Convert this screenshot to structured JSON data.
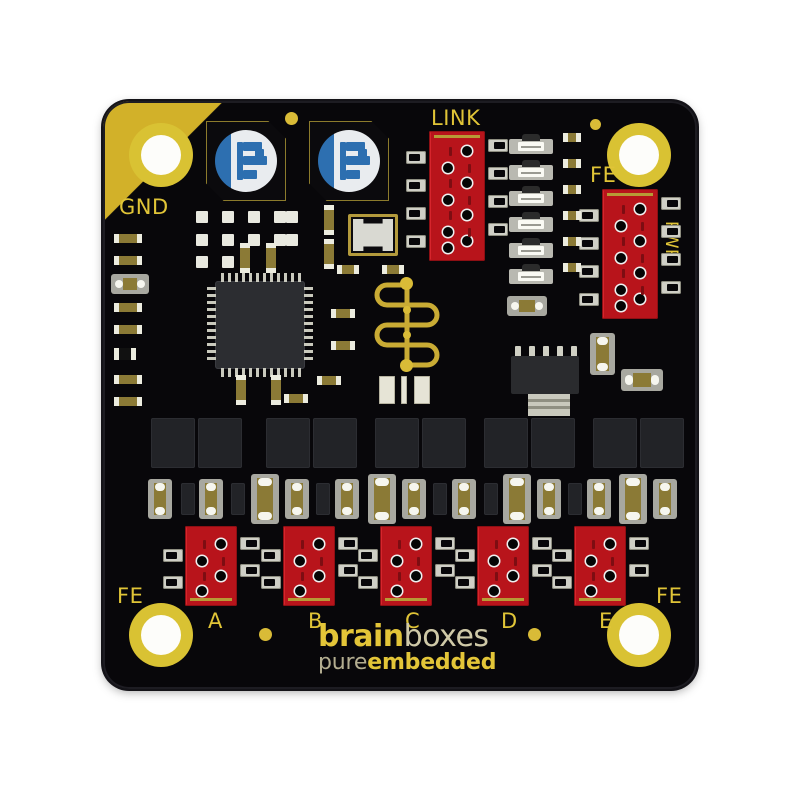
{
  "product": {
    "vendor": "brainboxes",
    "tagline_light": "pure",
    "tagline_bold": "embedded",
    "brand_bold": "brain",
    "brand_light": "boxes"
  },
  "colors": {
    "pcb_black": "#08070a",
    "silk_gold": "#e0c437",
    "connector_red": "#b8141b",
    "pad_gold": "#d9c233",
    "logo_blue": "#2d6fb0",
    "trace_gold": "#d9bb37",
    "chip_gray": "#2c2d31"
  },
  "silkscreen": {
    "gnd": "GND",
    "link": "LINK",
    "fe_top_right": "FE",
    "pwr": "PWR",
    "fe_bottom_left": "FE",
    "fe_bottom_right": "FE"
  },
  "channel_labels": [
    "A",
    "B",
    "C",
    "D",
    "E"
  ],
  "connectors": [
    {
      "id": "link",
      "label": "LINK",
      "rows": 5,
      "cols": 2,
      "orientation": "vertical"
    },
    {
      "id": "pwr",
      "label": "PWR",
      "rows": 5,
      "cols": 2,
      "orientation": "vertical"
    },
    {
      "id": "chan-a",
      "label": "A",
      "rows": 3,
      "cols": 2,
      "orientation": "vertical"
    },
    {
      "id": "chan-b",
      "label": "B",
      "rows": 3,
      "cols": 2,
      "orientation": "vertical"
    },
    {
      "id": "chan-c",
      "label": "C",
      "rows": 3,
      "cols": 2,
      "orientation": "vertical"
    },
    {
      "id": "chan-d",
      "label": "D",
      "rows": 3,
      "cols": 2,
      "orientation": "vertical"
    },
    {
      "id": "chan-e",
      "label": "E",
      "rows": 3,
      "cols": 2,
      "orientation": "vertical"
    }
  ],
  "components": {
    "mcu_package": "QFP",
    "logo_badge_count": 2,
    "mounting_hole_count": 4,
    "opto_package_count": 10,
    "silver_part_count": 6
  }
}
